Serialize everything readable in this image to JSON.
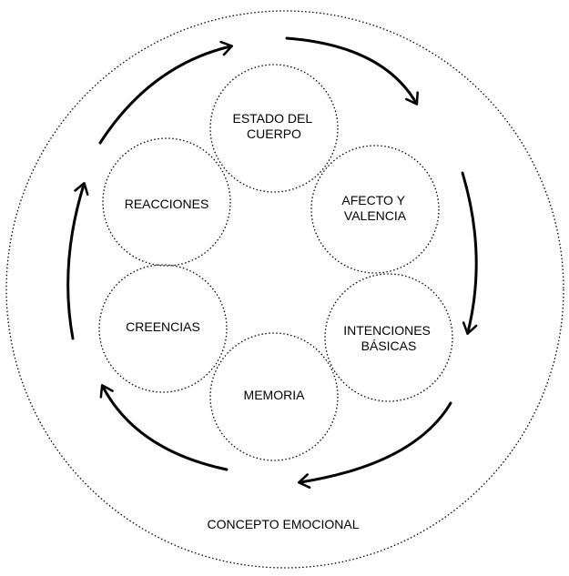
{
  "diagram": {
    "outer_label": "CONCEPTO EMOCIONAL",
    "nodes": [
      {
        "id": "estado-del-cuerpo",
        "lines": [
          "ESTADO DEL",
          "CUERPO"
        ]
      },
      {
        "id": "afecto-y-valencia",
        "lines": [
          "AFECTO Y",
          "VALENCIA"
        ]
      },
      {
        "id": "intenciones-basicas",
        "lines": [
          "INTENCIONES",
          "BÁSICAS"
        ]
      },
      {
        "id": "memoria",
        "lines": [
          "MEMORIA"
        ]
      },
      {
        "id": "creencias",
        "lines": [
          "CREENCIAS"
        ]
      },
      {
        "id": "reacciones",
        "lines": [
          "REACCIONES"
        ]
      }
    ],
    "cycle_direction": "clockwise",
    "colors": {
      "stroke": "#000000",
      "background": "#ffffff",
      "text": "#000000"
    }
  }
}
